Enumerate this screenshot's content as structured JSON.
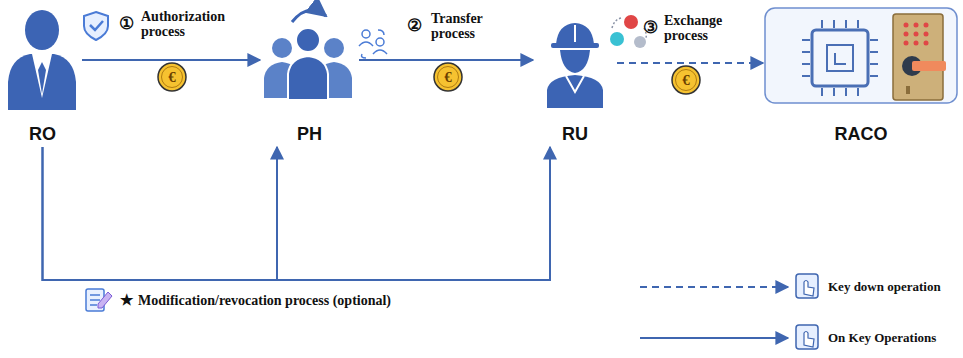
{
  "diagram": {
    "nodes": [
      {
        "text": [
          "RO"
        ]
      },
      {
        "text": [
          "PH"
        ]
      },
      {
        "text": [
          "RU"
        ]
      },
      {
        "text": [
          "RACO"
        ]
      }
    ],
    "edges": [
      {
        "from": 0,
        "to": 1,
        "arrow": "to",
        "label": "Authorization process"
      },
      {
        "from": 1,
        "to": 2,
        "arrow": "to",
        "label": "Transfer process"
      },
      {
        "from": 2,
        "to": 3,
        "arrow": "to",
        "label": "Exchange process"
      },
      {
        "from": 0,
        "to": 1,
        "arrow": "to"
      },
      {
        "from": 0,
        "to": 2,
        "arrow": "to"
      }
    ],
    "labels": [
      "①",
      "②",
      "③",
      "€",
      "€",
      "€",
      "★",
      "Modification/revocation process (optional)"
    ],
    "legend": [
      {
        "text": "Key down operation"
      },
      {
        "text": "On Key Operations"
      }
    ]
  }
}
